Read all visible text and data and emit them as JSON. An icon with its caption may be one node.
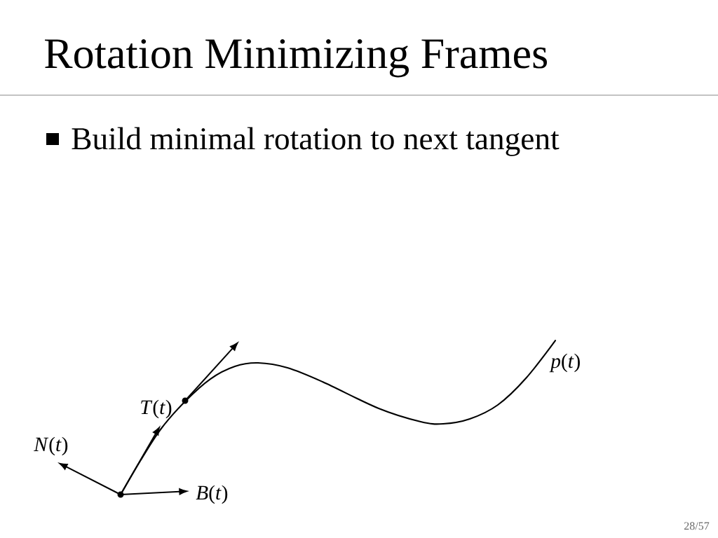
{
  "diagram": {
    "title": "Rotation Minimizing Frames",
    "labels": [
      "Build minimal rotation to next tangent",
      "*p*(*t*)",
      "*T*(*t*)",
      "*N*(*t*)",
      "*B*(*t*)",
      "28/57"
    ]
  }
}
